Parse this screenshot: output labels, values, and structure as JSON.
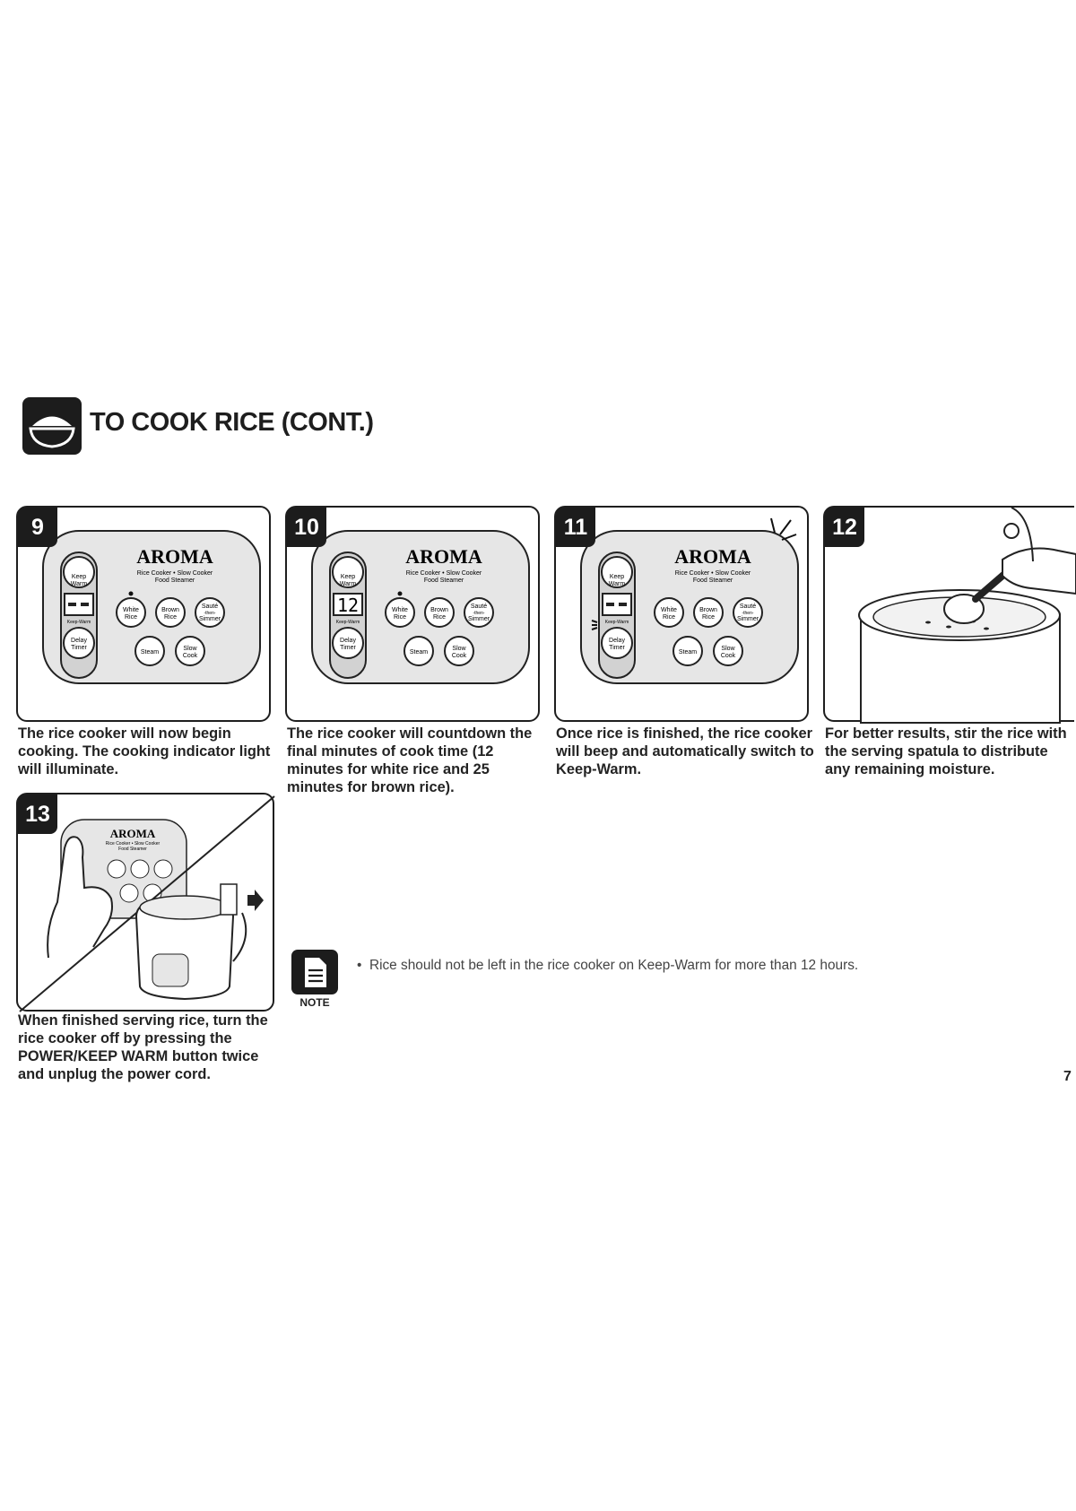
{
  "header": {
    "title": "TO COOK RICE (CONT.)",
    "icon": "rice-bowl-icon"
  },
  "control_panel": {
    "brand": "AROMA",
    "subtitle_line1": "Rice Cooker • Slow Cooker",
    "subtitle_line2": "Food Steamer",
    "keep_warm_top": "Keep",
    "keep_warm_bottom": "Warm",
    "keep_warm_indicator": "Keep-Warm",
    "delay_top": "Delay",
    "delay_bottom": "Timer",
    "white_top": "White",
    "white_bottom": "Rice",
    "brown_top": "Brown",
    "brown_bottom": "Rice",
    "saute_top": "Sauté",
    "saute_mid": "-then-",
    "saute_bottom": "Simmer",
    "steam": "Steam",
    "slow_top": "Slow",
    "slow_bottom": "Cook"
  },
  "steps": [
    {
      "number": "9",
      "caption": "The rice cooker will now begin cooking. The cooking indicator light will illuminate."
    },
    {
      "number": "10",
      "display": "12",
      "caption": "The rice cooker will countdown the final minutes of cook time (12 minutes for white rice and 25 minutes for brown rice)."
    },
    {
      "number": "11",
      "caption": "Once rice is finished, the rice cooker will beep and automatically switch to Keep-Warm."
    },
    {
      "number": "12",
      "caption": "For better results, stir the rice with the serving spatula to distribute any remaining moisture."
    },
    {
      "number": "13",
      "caption": "When finished serving rice, turn the rice cooker off by pressing the POWER/KEEP WARM button twice and unplug the power cord."
    }
  ],
  "note": {
    "label": "NOTE",
    "bullet": "Rice should not be left in the rice cooker on Keep-Warm for more than 12 hours."
  },
  "page_number": "7",
  "colors": {
    "ink": "#1e1e1e",
    "badge": "#1c1c1c",
    "panel_fill": "#e6e6e6"
  }
}
